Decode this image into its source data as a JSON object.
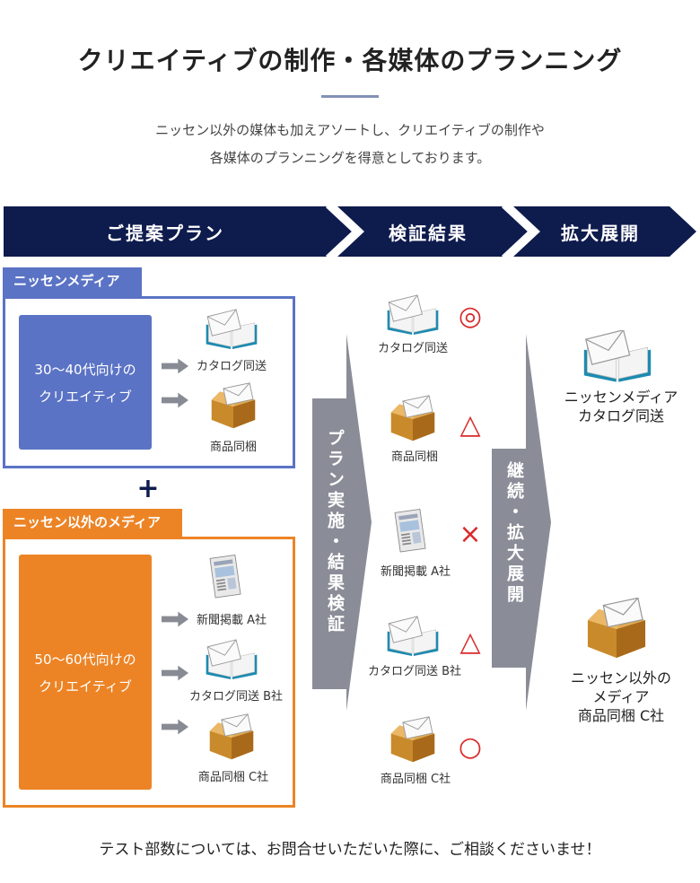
{
  "header": {
    "title": "クリエイティブの制作・各媒体のプランニング",
    "lead_line1": "ニッセン以外の媒体も加えアソートし、クリエイティブの制作や",
    "lead_line2": "各媒体のプランニングを得意としております。"
  },
  "flow": {
    "step1": "ご提案プラン",
    "step2": "検証結果",
    "step3": "拡大展開"
  },
  "plans": {
    "nissen_media": {
      "tab": "ニッセンメディア",
      "target_line1": "30～40代向けの",
      "target_line2": "クリエイティブ",
      "items": [
        "カタログ同送",
        "商品同梱"
      ]
    },
    "plus": "+",
    "other_media": {
      "tab": "ニッセン以外のメディア",
      "target_line1": "50～60代向けの",
      "target_line2": "クリエイティブ",
      "items": [
        "新聞掲載 A社",
        "カタログ同送 B社",
        "商品同梱 C社"
      ]
    }
  },
  "process_arrows": {
    "implement": "プラン実施・結果検証",
    "expand": "継続・拡大展開"
  },
  "results": [
    {
      "label": "カタログ同送",
      "mark": "◎"
    },
    {
      "label": "商品同梱",
      "mark": "△"
    },
    {
      "label": "新聞掲載 A社",
      "mark": "×"
    },
    {
      "label": "カタログ同送 B社",
      "mark": "△"
    },
    {
      "label": "商品同梱 C社",
      "mark": "○"
    }
  ],
  "expansion": {
    "nissen_line1": "ニッセンメディア",
    "nissen_line2": "カタログ同送",
    "other_line1": "ニッセン以外の",
    "other_line2": "メディア",
    "other_line3": "商品同梱 C社"
  },
  "footer": "テスト部数については、お問合せいただいた際に、ご相談くださいませ！",
  "colors": {
    "navy": "#0e1b4d",
    "blue": "#5b73c5",
    "orange": "#ec8426",
    "gray": "#8a8d97",
    "red": "#d92b2b"
  },
  "icons": [
    "catalog-icon",
    "box-icon",
    "newspaper-icon",
    "arrow-icon"
  ]
}
